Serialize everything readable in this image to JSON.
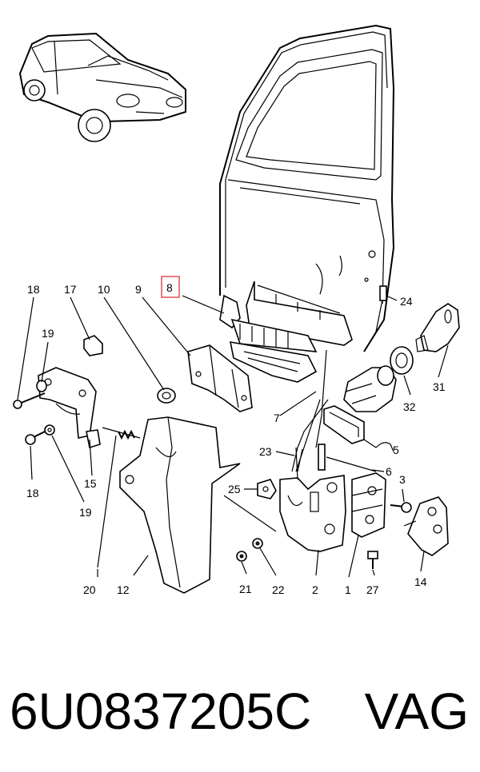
{
  "diagram": {
    "callouts": {
      "c1": "1",
      "c2": "2",
      "c3": "3",
      "c5": "5",
      "c6": "6",
      "c7": "7",
      "c8": "8",
      "c9": "9",
      "c10": "10",
      "c12": "12",
      "c14": "14",
      "c15": "15",
      "c17": "17",
      "c18a": "18",
      "c18b": "18",
      "c19a": "19",
      "c19b": "19",
      "c20": "20",
      "c21": "21",
      "c22": "22",
      "c23": "23",
      "c24": "24",
      "c25": "25",
      "c27": "27",
      "c31": "31",
      "c32": "32"
    },
    "highlight_color": "#e05050"
  },
  "caption": {
    "part_number": "6U0837205C",
    "brand": "VAG"
  }
}
